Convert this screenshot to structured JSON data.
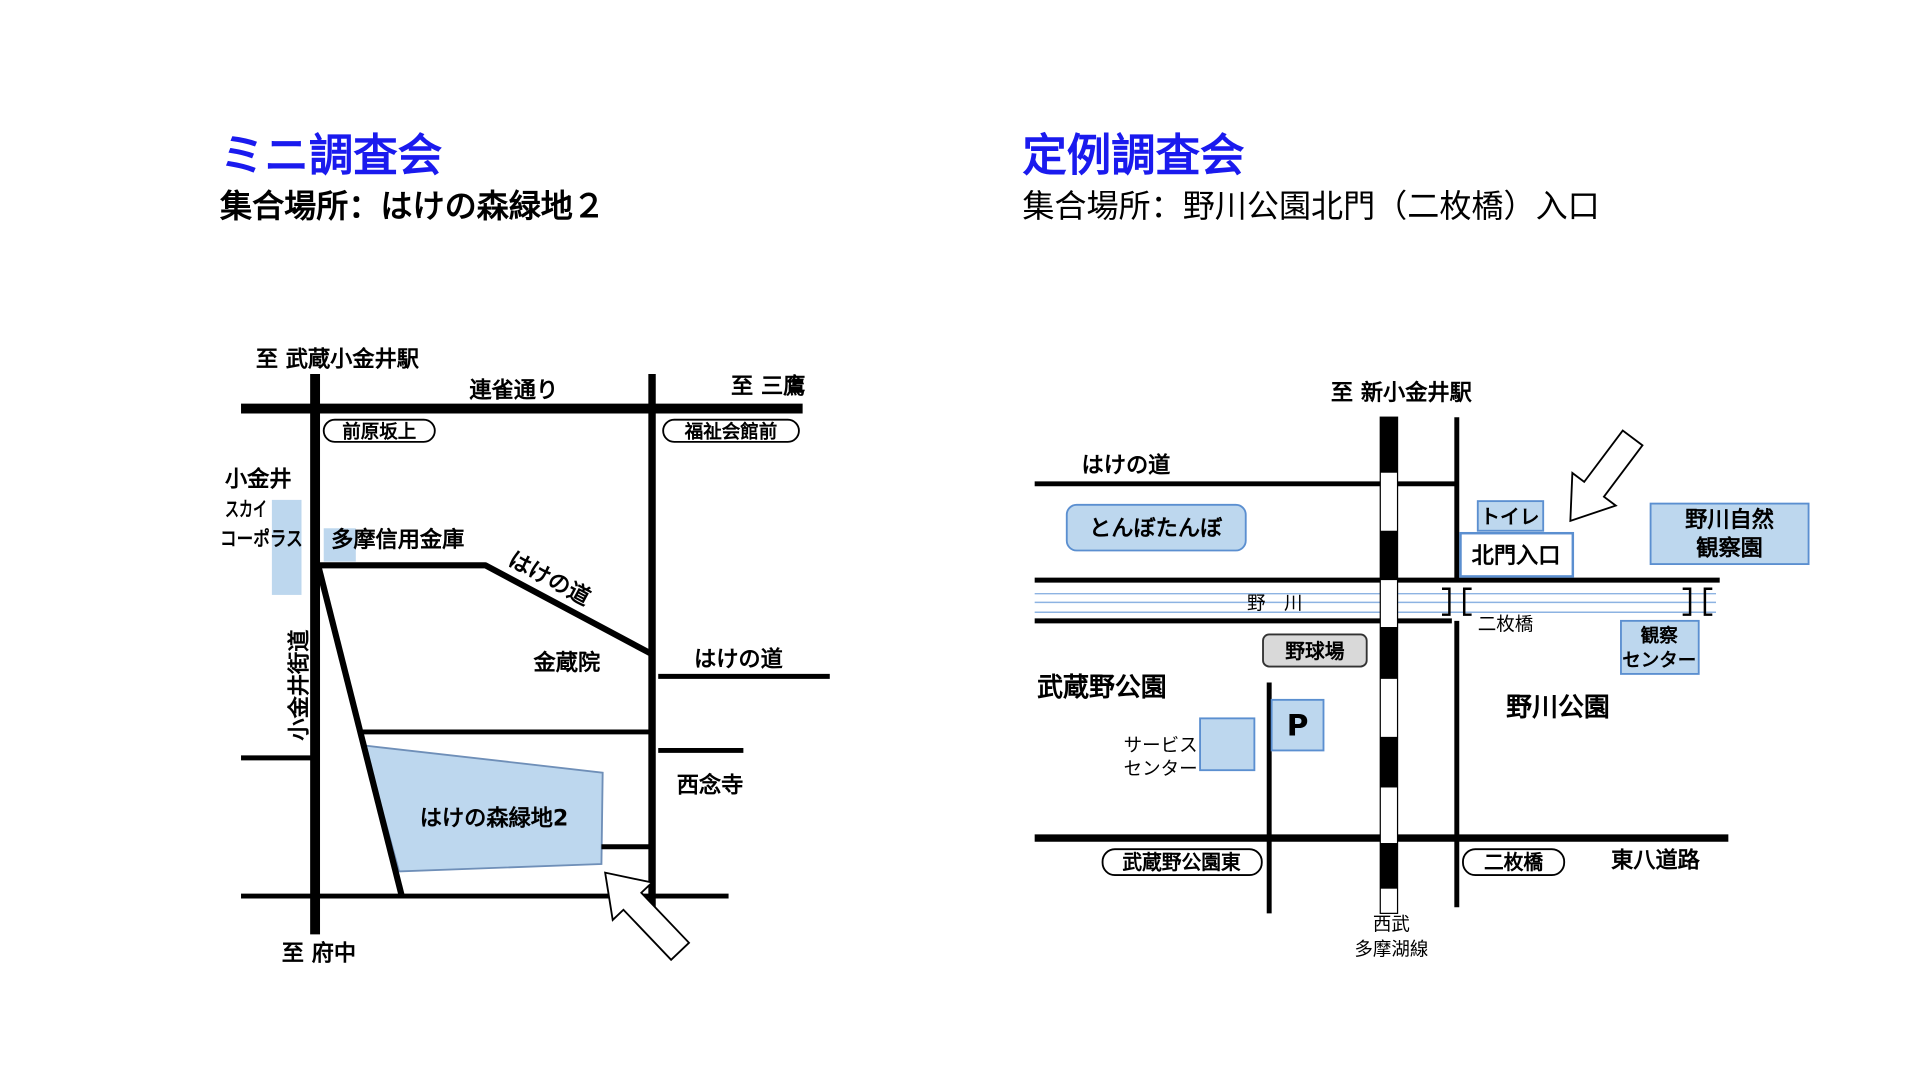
{
  "colors": {
    "heading_blue": "#1a1aee",
    "area_fill": "#bdd7ee",
    "area_stroke": "#5b8fd0",
    "field_gray": "#d9d9d9",
    "river_line": "#8db3e2",
    "road": "#000000"
  },
  "left": {
    "title": "ミニ調査会",
    "meeting_place": "集合場所：はけの森緑地２",
    "map": {
      "to_station": "至 武蔵小金井駅",
      "road_renjaku": "連雀通り",
      "to_mitaka": "至 三鷹",
      "stop_maehara": "前原坂上",
      "stop_fukushi": "福祉会館前",
      "koganei_sky": [
        "小金井",
        "スカイ",
        "コーポラス"
      ],
      "tama_shinkin": "多摩信用金庫",
      "road_hake_diagonal": "はけの道",
      "konzoin": "金蔵院",
      "road_hake_east": "はけの道",
      "road_koganei_kaido": "小金井街道",
      "sainenji": "西念寺",
      "hake_mori": "はけの森緑地2",
      "to_fuchu": "至 府中"
    }
  },
  "right": {
    "title": "定例調査会",
    "meeting_place": "集合場所：野川公園北門（二枚橋）入口",
    "map": {
      "to_station": "至 新小金井駅",
      "road_hake": "はけの道",
      "tonbo_tanbo": "とんぼたんぼ",
      "toilet": "トイレ",
      "north_gate": "北門入口",
      "nature_garden": [
        "野川自然",
        "観察園"
      ],
      "river": "野　川",
      "bridge_label": "二枚橋",
      "observation_center": [
        "観察",
        "センター"
      ],
      "baseball": "野球場",
      "musashino_park": "武蔵野公園",
      "nogawa_park": "野川公園",
      "service_center": [
        "サービス",
        "センター"
      ],
      "parking": "P",
      "stop_musashino_east": "武蔵野公園東",
      "stop_nimaibashi": "二枚橋",
      "road_tohachi": "東八道路",
      "railway": [
        "西武",
        "多摩湖線"
      ]
    }
  }
}
